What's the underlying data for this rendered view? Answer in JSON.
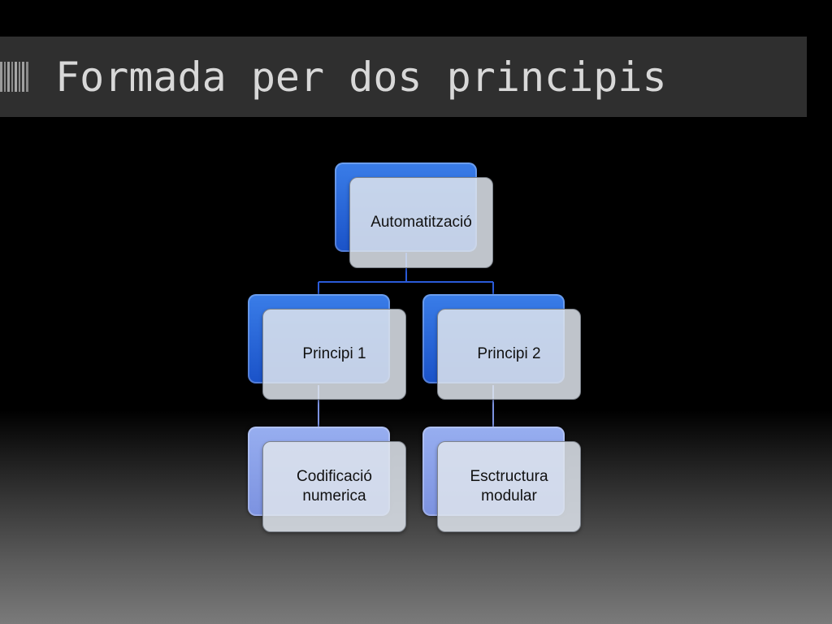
{
  "slide": {
    "title": "Formada per dos principis"
  },
  "diagram": {
    "root": {
      "label": "Automatització"
    },
    "branches": [
      {
        "label": "Principi 1",
        "child": {
          "label": "Codificació\nnumerica"
        }
      },
      {
        "label": "Principi 2",
        "child": {
          "label": "Esctructura\nmodular"
        }
      }
    ]
  },
  "colors": {
    "title_bar": "#2f2f2f",
    "title_text": "#d8d8d8",
    "node_dark_blue": "#1a52c8",
    "node_light_blue": "#8aa0e8",
    "node_front": "#dee4ec",
    "connector": "#2a5ad8"
  }
}
